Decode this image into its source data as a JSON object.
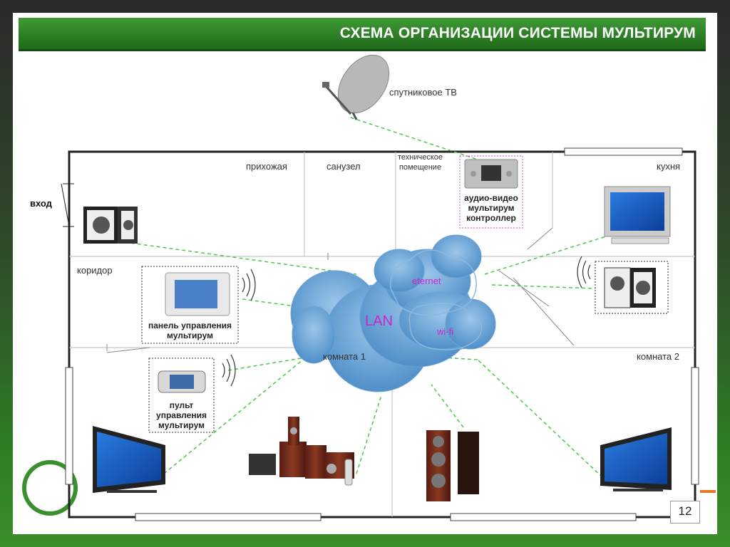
{
  "title": "СХЕМА ОРГАНИЗАЦИИ СИСТЕМЫ МУЛЬТИРУМ",
  "page_number": "12",
  "accent_color": "#2e7a24",
  "link_color": "#4cc84a",
  "network_color": "#cc22cc",
  "labels": {
    "satellite": "спутниковое ТВ",
    "entrance": "вход",
    "hallway": "прихожая",
    "bathroom": "санузел",
    "technical_room": "техническое\nпомещение",
    "kitchen": "кухня",
    "corridor": "коридор",
    "room1": "комната 1",
    "room2": "комната 2"
  },
  "cloud": {
    "lan": "LAN",
    "ethernet": "eternet",
    "wifi": "wi-fi"
  },
  "devices": {
    "controller": "аудио-видео\nмультирум\nконтроллер",
    "panel": "панель управления\nмультирум",
    "remote": "пульт\nуправления\nмультирум"
  }
}
